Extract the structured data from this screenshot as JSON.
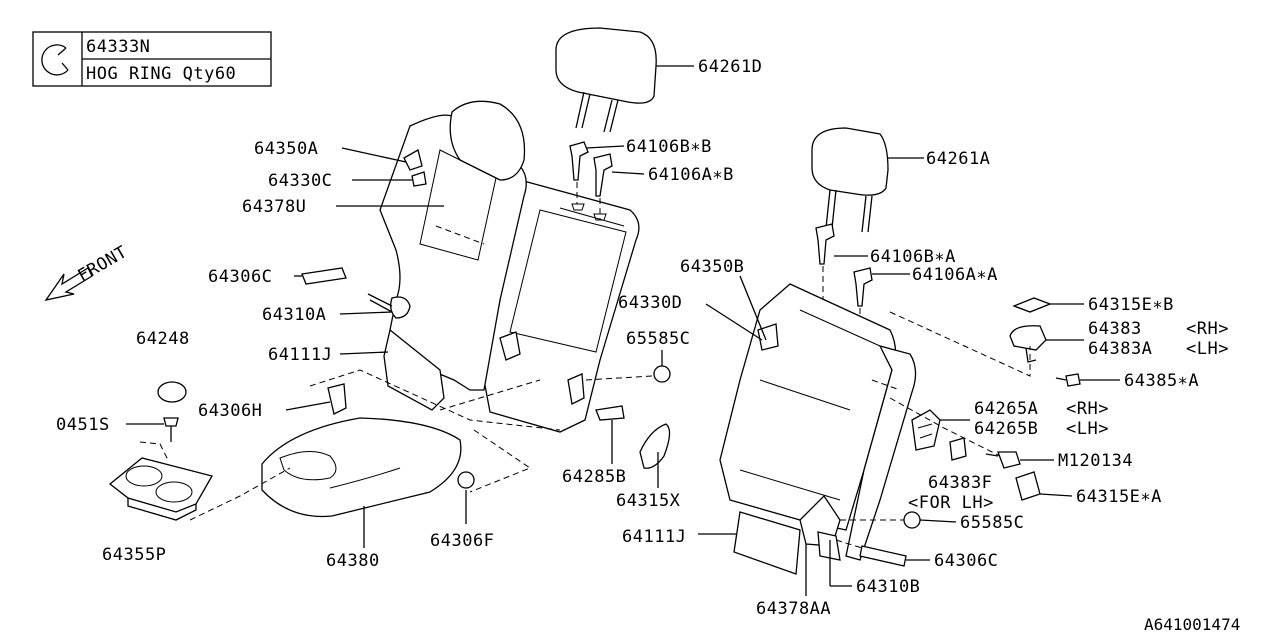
{
  "legend": {
    "part_number": "64333N",
    "description": "HOG RING Qty60",
    "icon": "hog-ring-icon"
  },
  "front_label": "FRONT",
  "diagram_id": "A641001474",
  "labels": {
    "l64261D": "64261D",
    "l64106BB": "64106B∗B",
    "l64106AB": "64106A∗B",
    "l64350A": "64350A",
    "l64330C": "64330C",
    "l64378U": "64378U",
    "l64306C_1": "64306C",
    "l64310A": "64310A",
    "l64111J_1": "64111J",
    "l64248": "64248",
    "l64306H": "64306H",
    "l0451S": "0451S",
    "l64355P": "64355P",
    "l64380": "64380",
    "l64306F": "64306F",
    "l64285B": "64285B",
    "l65585C_1": "65585C",
    "l64261A": "64261A",
    "l64106BA": "64106B∗A",
    "l64106AA": "64106A∗A",
    "l64350B": "64350B",
    "l64330D": "64330D",
    "l64315EB": "64315E∗B",
    "l64383": "64383",
    "l64383_rh": "<RH>",
    "l64383A": "64383A",
    "l64383A_lh": "<LH>",
    "l64385A": "64385∗A",
    "l64265A": "64265A",
    "l64265A_rh": "<RH>",
    "l64265B": "64265B",
    "l64265B_lh": "<LH>",
    "lM120134": "M120134",
    "l64383F": "64383F",
    "l64383F_lh": "<FOR LH>",
    "l64315EA": "64315E∗A",
    "l64315X": "64315X",
    "l64111J_2": "64111J",
    "l65585C_2": "65585C",
    "l64306C_2": "64306C",
    "l64310B": "64310B",
    "l64378AA": "64378AA"
  }
}
